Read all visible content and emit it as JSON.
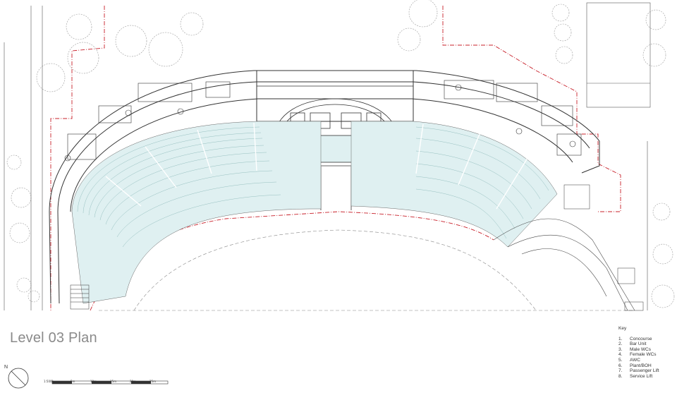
{
  "title": "Level 03 Plan",
  "key": {
    "heading": "Key",
    "items": [
      {
        "num": "1.",
        "label": "Concourse"
      },
      {
        "num": "2.",
        "label": "Bar Unit"
      },
      {
        "num": "3.",
        "label": "Male WCs"
      },
      {
        "num": "4.",
        "label": "Female WCs"
      },
      {
        "num": "5.",
        "label": "AWC"
      },
      {
        "num": "6.",
        "label": "Plant/BOH"
      },
      {
        "num": "7.",
        "label": "Passenger Lift"
      },
      {
        "num": "8.",
        "label": "Service Lift"
      }
    ]
  },
  "north_label": "N",
  "scale_labels": [
    "1:500",
    "0",
    "5m",
    "10m",
    "15m",
    "20m",
    "25m"
  ],
  "colors": {
    "line": "#333333",
    "seating": "#dff0f1",
    "boundary": "#c8202a",
    "trees": "#9a9a9a"
  }
}
